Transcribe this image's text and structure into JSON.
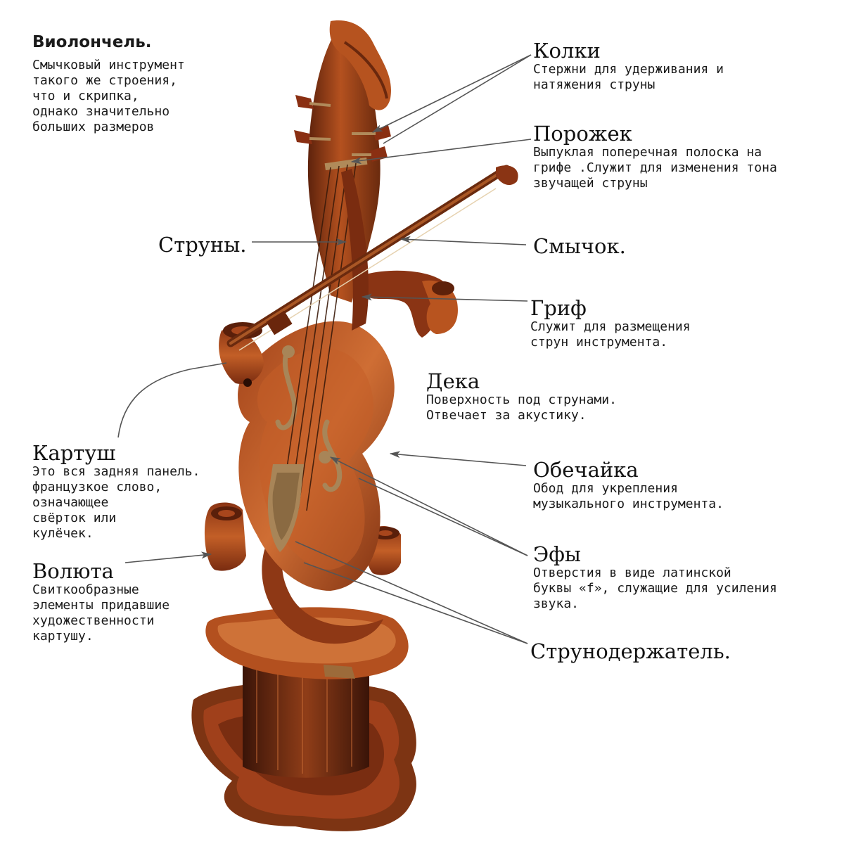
{
  "intro": {
    "title": "Виолончель.",
    "text": "Смычковый инструмент\nтакого же строения,\nчто и скрипка,\nоднако значительно\nбольших размеров"
  },
  "labels": {
    "kolki": {
      "title": "Колки",
      "desc": "Стержни для удерживания и\nнатяжения струны"
    },
    "porozhek": {
      "title": "Порожек",
      "desc": "Выпуклая поперечная полоска на\nгрифе .Служит для изменения тона\nзвучащей струны"
    },
    "struny": {
      "title": "Струны."
    },
    "smychok": {
      "title": "Смычок."
    },
    "grif": {
      "title": "Гриф",
      "desc": "Служит для размещения\nструн инструмента."
    },
    "deka": {
      "title": "Дека",
      "desc": "Поверхность под струнами.\nОтвечает за акустику."
    },
    "kartush": {
      "title": "Картуш",
      "desc": "Это вся задняя панель.\nфранцузкое слово,\nозначающее\nсвёрток или\nкулёчек."
    },
    "obechayka": {
      "title": "Обечайка",
      "desc": "Обод для укрепления\nмузыкального инструмента."
    },
    "volyuta": {
      "title": "Волюта",
      "desc": "Свиткообразные\nэлементы придавшие\nхудожественности\nкартушу."
    },
    "efy": {
      "title": "Эфы",
      "desc": "Отверстия в виде латинской\nбуквы «f», служащие для усиления\nзвука."
    },
    "strunoderzhatel": {
      "title": "Струнодержатель."
    }
  },
  "colors": {
    "wood_dark": "#6e2a10",
    "wood_mid": "#a8461c",
    "wood_light": "#d77a3c",
    "metal": "#b08a5a",
    "arrow": "#555555"
  }
}
